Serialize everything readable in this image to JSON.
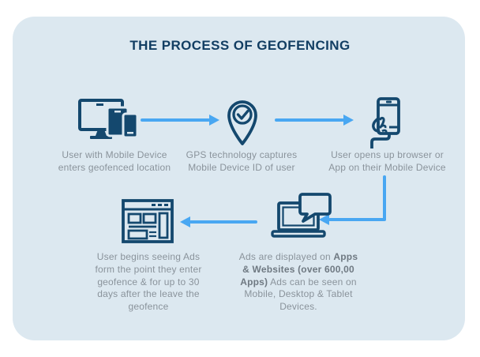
{
  "title": "THE PROCESS OF GEOFENCING",
  "colors": {
    "card_background": "#dce8f0",
    "icon_navy": "#14486e",
    "title_navy": "#123e63",
    "arrow_blue": "#49a7f2",
    "caption_gray": "#8a939b"
  },
  "steps": [
    {
      "id": 1,
      "icon": "devices-icon",
      "caption": "User with Mobile Device\nenters geofenced location"
    },
    {
      "id": 2,
      "icon": "gps-pin-check-icon",
      "caption": "GPS technology captures\nMobile Device ID of user"
    },
    {
      "id": 3,
      "icon": "hand-holding-phone-icon",
      "caption": "User opens up browser or\nApp on their Mobile Device"
    },
    {
      "id": 4,
      "icon": "laptop-chat-bubble-icon",
      "caption_pre": "Ads are displayed on ",
      "caption_bold": "Apps\n& Websites (over 600,00\nApps)",
      "caption_post": " Ads can be seen on\nMobile, Desktop & Tablet\nDevices."
    },
    {
      "id": 5,
      "icon": "browser-ads-icon",
      "caption": "User begins seeing Ads\nform the point they enter\ngeofence & for up to 30\ndays after the leave the\ngeofence"
    }
  ]
}
